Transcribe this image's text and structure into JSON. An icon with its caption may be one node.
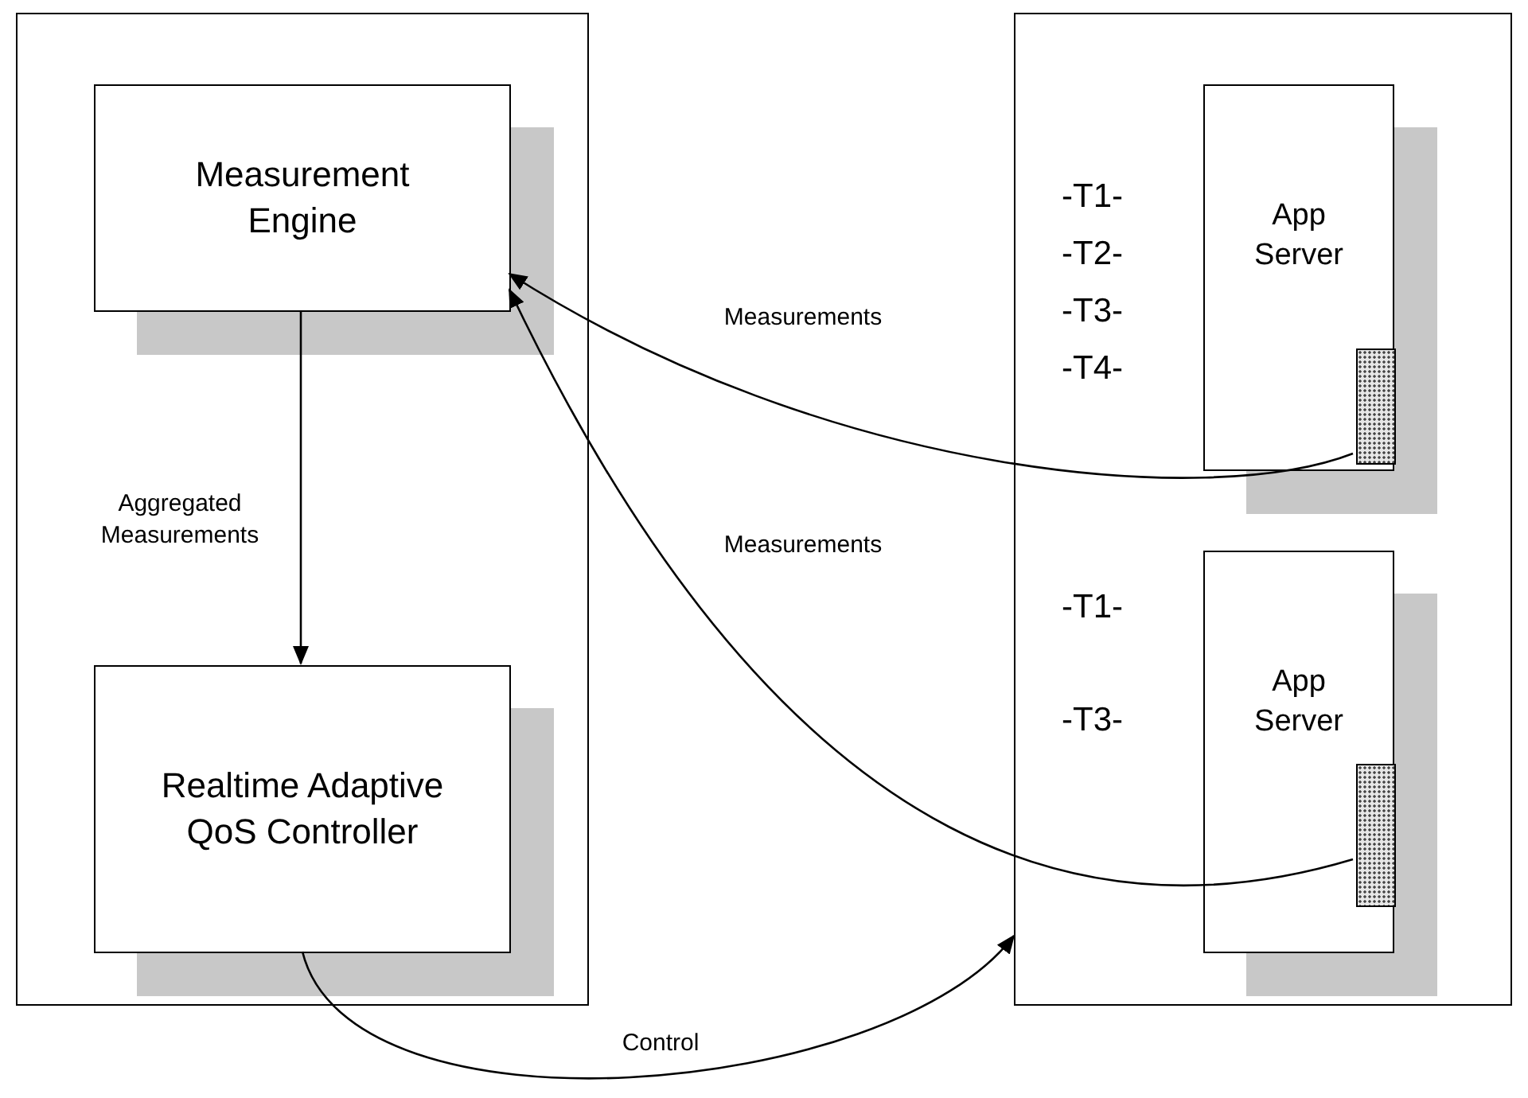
{
  "diagram": {
    "nodes": [
      {
        "text": [],
        "shape": "box"
      },
      {
        "text": [
          "Measurement Engine"
        ],
        "in": 0
      },
      {
        "text": [
          "Realtime Adaptive QoS Controller"
        ],
        "in": 0
      },
      {
        "text": [],
        "shape": "box"
      },
      {
        "text": [
          "App Server"
        ],
        "in": 3
      },
      {
        "text": [],
        "shape": "bar",
        "in": 4
      },
      {
        "text": [
          "App Server"
        ],
        "in": 3
      },
      {
        "text": [],
        "shape": "bar",
        "in": 6
      }
    ],
    "edges": [
      {
        "from": 1,
        "to": 2,
        "arrow": "to",
        "label": "Aggregated Measurements"
      },
      {
        "from": 5,
        "to": 1,
        "arrow": "to",
        "label": "Measurements"
      },
      {
        "from": 7,
        "to": 1,
        "arrow": "to",
        "label": "Measurements"
      },
      {
        "from": 2,
        "to": 3,
        "arrow": "to",
        "label": "Control"
      }
    ],
    "labels": [
      "-T1-",
      "-T2-",
      "-T3-",
      "-T4-",
      "-T1-",
      "-T3-"
    ]
  }
}
